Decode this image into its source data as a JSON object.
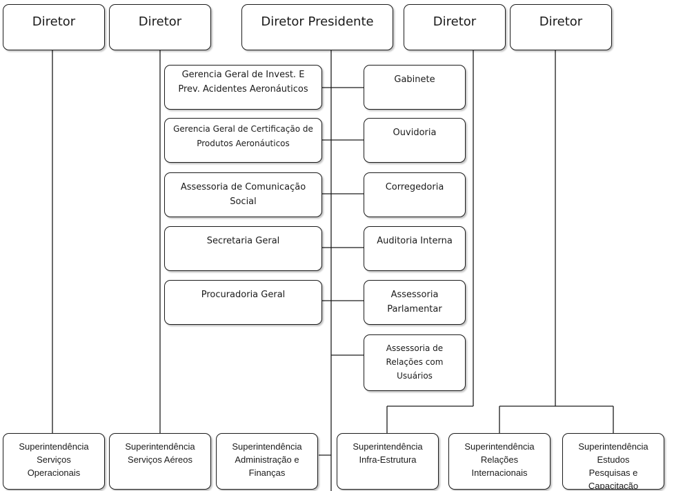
{
  "directors": {
    "d1": "Diretor",
    "d2": "Diretor",
    "president": "Diretor Presidente",
    "d4": "Diretor",
    "d5": "Diretor"
  },
  "left_units": [
    "Gerencia Geral de Invest. E\nPrev. Acidentes Aeronáuticos",
    "Gerencia Geral de Certificação de\nProdutos Aeronáuticos",
    "Assessoria de Comunicação\nSocial",
    "Secretaria Geral",
    "Procuradoria Geral"
  ],
  "right_units": [
    "Gabinete",
    "Ouvidoria",
    "Corregedoria",
    "Auditoria Interna",
    "Assessoria\nParlamentar",
    "Assessoria de\nRelações com\nUsuários"
  ],
  "superintendencias": [
    "Superintendência\nServiços\nOperacionais",
    "Superintendência\nServiços Aéreos",
    "Superintendência\nAdministração e\nFinanças",
    "Superintendência\nInfra-Estrutura",
    "Superintendência\nRelações\nInternacionais",
    "Superintendência\nEstudos\nPesquisas e\nCapacitação"
  ]
}
